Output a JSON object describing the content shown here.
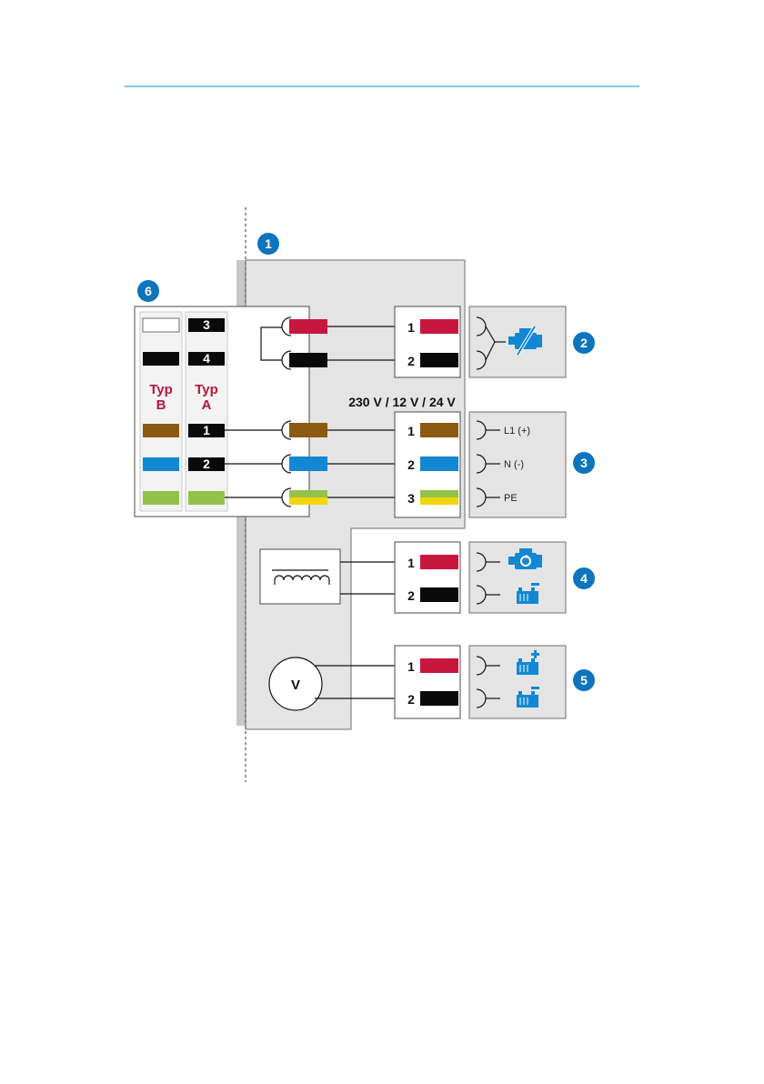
{
  "voltage_label": "230 V / 12 V / 24 V",
  "badges": [
    "1",
    "2",
    "3",
    "4",
    "5",
    "6"
  ],
  "type_labels": {
    "b_line1": "Typ",
    "b_line2": "B",
    "a_line1": "Typ",
    "a_line2": "A"
  },
  "plug_numbers": [
    "3",
    "4",
    "1",
    "2"
  ],
  "terminal_numbers": {
    "t2": [
      "1",
      "2"
    ],
    "t3": [
      "1",
      "2",
      "3"
    ],
    "t4": [
      "1",
      "2"
    ],
    "t5": [
      "1",
      "2"
    ]
  },
  "mains_labels": [
    "L1 (+)",
    "N (-)",
    "PE"
  ],
  "voltmeter_label": "V",
  "icons": {
    "engine_off": "engine-crossed-icon",
    "engine_start": "engine-start-icon",
    "battery_minus": "battery-minus-icon",
    "battery_plus": "battery-plus-icon",
    "coil": "relay-coil-icon"
  },
  "colors": {
    "accent_blue": "#0e74bd",
    "wire_red": "#c8173f",
    "wire_black": "#0a0a0a",
    "wire_brown": "#8a5a12",
    "wire_blue": "#1287d3",
    "wire_green": "#92c24a",
    "wire_yellow": "#f1d70c",
    "type_text": "#b5163a",
    "panel_fill": "#e4e4e4"
  }
}
